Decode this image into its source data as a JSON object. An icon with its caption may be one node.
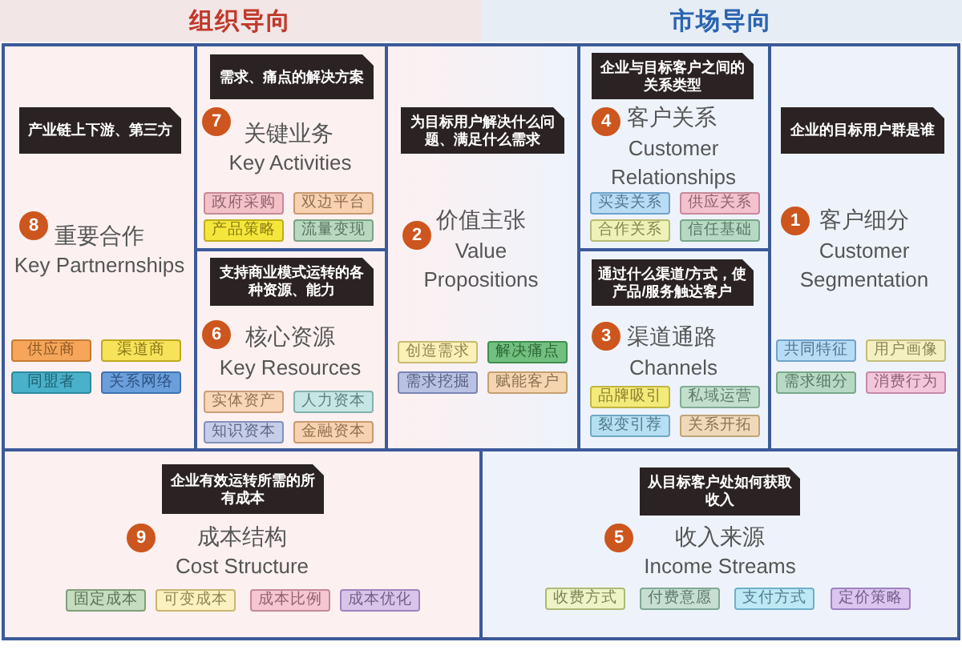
{
  "diagram": {
    "nodes": [
      {
        "text": [
          "组织导向"
        ]
      },
      {
        "text": [
          "市场导向"
        ]
      },
      {
        "text": [
          "重要合作",
          "Key Partnernships"
        ]
      },
      {
        "text": [
          "产业链上下游、第三方"
        ],
        "in": 2
      },
      {
        "text": [
          "8"
        ],
        "in": 2
      },
      {
        "text": [
          "供应商"
        ],
        "in": 2
      },
      {
        "text": [
          "渠道商"
        ],
        "in": 2
      },
      {
        "text": [
          "同盟者"
        ],
        "in": 2
      },
      {
        "text": [
          "关系网络"
        ],
        "in": 2
      },
      {
        "text": [
          "关键业务",
          "Key Activities"
        ]
      },
      {
        "text": [
          "需求、痛点的解决方案"
        ],
        "in": 9
      },
      {
        "text": [
          "7"
        ],
        "in": 9
      },
      {
        "text": [
          "政府采购"
        ],
        "in": 9
      },
      {
        "text": [
          "双边平台"
        ],
        "in": 9
      },
      {
        "text": [
          "产品策略"
        ],
        "in": 9
      },
      {
        "text": [
          "流量变现"
        ],
        "in": 9
      },
      {
        "text": [
          "价值主张",
          "Value Propositions"
        ]
      },
      {
        "text": [
          "为目标用户解决什么问题、满足什么需求"
        ],
        "in": 16
      },
      {
        "text": [
          "2"
        ],
        "in": 16
      },
      {
        "text": [
          "创造需求"
        ],
        "in": 16
      },
      {
        "text": [
          "解决痛点"
        ],
        "in": 16
      },
      {
        "text": [
          "需求挖掘"
        ],
        "in": 16
      },
      {
        "text": [
          "赋能客户"
        ],
        "in": 16
      },
      {
        "text": [
          "客户关系",
          "Customer Relationships"
        ]
      },
      {
        "text": [
          "企业与目标客户之间的关系类型"
        ],
        "in": 23
      },
      {
        "text": [
          "4"
        ],
        "in": 23
      },
      {
        "text": [
          "买卖关系"
        ],
        "in": 23
      },
      {
        "text": [
          "供应关系"
        ],
        "in": 23
      },
      {
        "text": [
          "合作关系"
        ],
        "in": 23
      },
      {
        "text": [
          "信任基础"
        ],
        "in": 23
      },
      {
        "text": [
          "客户细分",
          "Customer Segmentation"
        ]
      },
      {
        "text": [
          "企业的目标用户群是谁"
        ],
        "in": 30
      },
      {
        "text": [
          "1"
        ],
        "in": 30
      },
      {
        "text": [
          "共同特征"
        ],
        "in": 30
      },
      {
        "text": [
          "用户画像"
        ],
        "in": 30
      },
      {
        "text": [
          "需求细分"
        ],
        "in": 30
      },
      {
        "text": [
          "消费行为"
        ],
        "in": 30
      },
      {
        "text": [
          "核心资源",
          "Key Resources"
        ]
      },
      {
        "text": [
          "支持商业模式运转的各种资源、能力"
        ],
        "in": 37
      },
      {
        "text": [
          "6"
        ],
        "in": 37
      },
      {
        "text": [
          "实体资产"
        ],
        "in": 37
      },
      {
        "text": [
          "人力资本"
        ],
        "in": 37
      },
      {
        "text": [
          "知识资本"
        ],
        "in": 37
      },
      {
        "text": [
          "金融资本"
        ],
        "in": 37
      },
      {
        "text": [
          "渠道通路",
          "Channels"
        ]
      },
      {
        "text": [
          "通过什么渠道/方式，使产品/服务触达客户"
        ],
        "in": 44
      },
      {
        "text": [
          "3"
        ],
        "in": 44
      },
      {
        "text": [
          "品牌吸引"
        ],
        "in": 44
      },
      {
        "text": [
          "私域运营"
        ],
        "in": 44
      },
      {
        "text": [
          "裂变引荐"
        ],
        "in": 44
      },
      {
        "text": [
          "关系开拓"
        ],
        "in": 44
      },
      {
        "text": [
          "成本结构",
          "Cost Structure"
        ]
      },
      {
        "text": [
          "企业有效运转所需的所有成本"
        ],
        "in": 51
      },
      {
        "text": [
          "9"
        ],
        "in": 51
      },
      {
        "text": [
          "固定成本"
        ],
        "in": 51
      },
      {
        "text": [
          "可变成本"
        ],
        "in": 51
      },
      {
        "text": [
          "成本比例"
        ],
        "in": 51
      },
      {
        "text": [
          "成本优化"
        ],
        "in": 51
      },
      {
        "text": [
          "收入来源",
          "Income Streams"
        ]
      },
      {
        "text": [
          "从目标客户处如何获取收入"
        ],
        "in": 58
      },
      {
        "text": [
          "5"
        ],
        "in": 58
      },
      {
        "text": [
          "收费方式"
        ],
        "in": 58
      },
      {
        "text": [
          "付费意愿"
        ],
        "in": 58
      },
      {
        "text": [
          "支付方式"
        ],
        "in": 58
      },
      {
        "text": [
          "定价策略"
        ],
        "in": 58
      }
    ]
  }
}
